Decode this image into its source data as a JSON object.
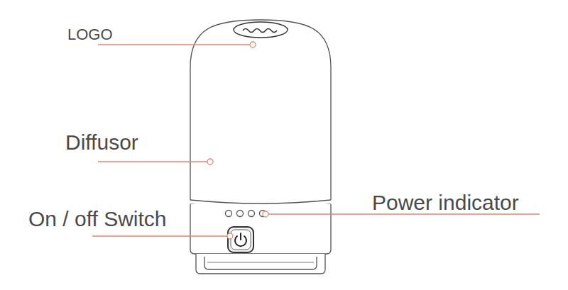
{
  "diagram": {
    "labels": [
      "LOGO",
      "Diffusor",
      "Power indicator",
      "On / off Switch"
    ]
  }
}
